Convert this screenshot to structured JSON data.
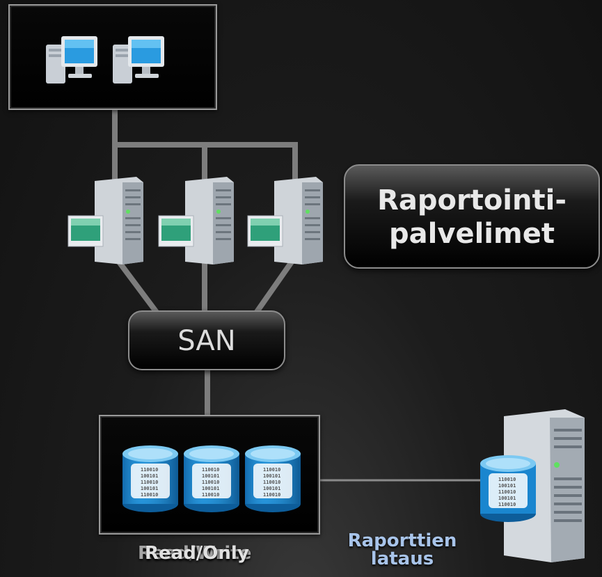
{
  "nodes": {
    "reporting_servers": {
      "line1": "Raportointi-",
      "line2": "palvelimet"
    },
    "san": {
      "label": "SAN"
    },
    "storage_label_a": "Read/Only",
    "storage_label_b": "Read/Write",
    "report_load": {
      "line1": "Raporttien",
      "line2": "lataus"
    }
  },
  "binary_text": [
    "110010",
    "100101",
    "110010",
    "100101",
    "110010"
  ],
  "colors": {
    "background": "#1a1a1a",
    "line": "#7a7a7a",
    "accent_blue": "#a8c4ea",
    "disk_blue": "#1f8fd6"
  },
  "icons": [
    "workstation-icon",
    "workstation-icon",
    "server-icon",
    "server-icon",
    "server-icon",
    "database-disk-icon",
    "database-disk-icon",
    "database-disk-icon",
    "database-disk-icon",
    "tower-server-icon"
  ]
}
